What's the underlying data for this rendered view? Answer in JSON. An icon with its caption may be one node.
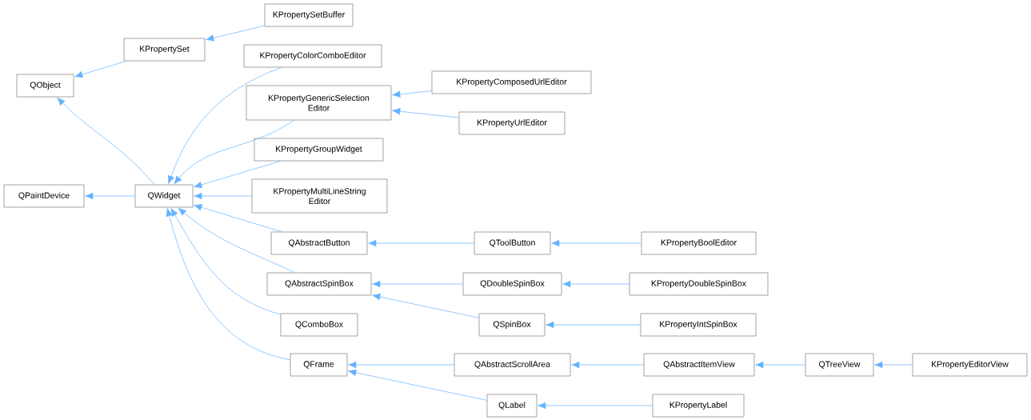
{
  "diagram": {
    "nodes": [
      {
        "text": [
          "QObject"
        ]
      },
      {
        "text": [
          "KPropertySet"
        ]
      },
      {
        "text": [
          "KPropertySetBuffer"
        ]
      },
      {
        "text": [
          "QPaintDevice"
        ]
      },
      {
        "text": [
          "QWidget"
        ]
      },
      {
        "text": [
          "KPropertyColorComboEditor"
        ]
      },
      {
        "text": [
          "KPropertyGenericSelection Editor"
        ]
      },
      {
        "text": [
          "KPropertyComposedUrlEditor"
        ]
      },
      {
        "text": [
          "KPropertyUrlEditor"
        ]
      },
      {
        "text": [
          "KPropertyGroupWidget"
        ]
      },
      {
        "text": [
          "KPropertyMultiLineString Editor"
        ]
      },
      {
        "text": [
          "QAbstractButton"
        ]
      },
      {
        "text": [
          "QToolButton"
        ]
      },
      {
        "text": [
          "KPropertyBoolEditor"
        ]
      },
      {
        "text": [
          "QAbstractSpinBox"
        ]
      },
      {
        "text": [
          "QDoubleSpinBox"
        ]
      },
      {
        "text": [
          "KPropertyDoubleSpinBox"
        ]
      },
      {
        "text": [
          "QComboBox"
        ]
      },
      {
        "text": [
          "QSpinBox"
        ]
      },
      {
        "text": [
          "KPropertyIntSpinBox"
        ]
      },
      {
        "text": [
          "QFrame"
        ]
      },
      {
        "text": [
          "QAbstractScrollArea"
        ]
      },
      {
        "text": [
          "QAbstractItemView"
        ]
      },
      {
        "text": [
          "QTreeView"
        ]
      },
      {
        "text": [
          "KPropertyEditorView"
        ]
      },
      {
        "text": [
          "QLabel"
        ]
      },
      {
        "text": [
          "KPropertyLabel"
        ]
      }
    ],
    "edges": [
      {
        "from": 1,
        "to": 0,
        "arrow": "to"
      },
      {
        "from": 2,
        "to": 1,
        "arrow": "to"
      },
      {
        "from": 4,
        "to": 0,
        "arrow": "to"
      },
      {
        "from": 4,
        "to": 3,
        "arrow": "to"
      },
      {
        "from": 5,
        "to": 4,
        "arrow": "to"
      },
      {
        "from": 6,
        "to": 4,
        "arrow": "to"
      },
      {
        "from": 7,
        "to": 6,
        "arrow": "to"
      },
      {
        "from": 8,
        "to": 6,
        "arrow": "to"
      },
      {
        "from": 9,
        "to": 4,
        "arrow": "to"
      },
      {
        "from": 10,
        "to": 4,
        "arrow": "to"
      },
      {
        "from": 11,
        "to": 4,
        "arrow": "to"
      },
      {
        "from": 12,
        "to": 11,
        "arrow": "to"
      },
      {
        "from": 13,
        "to": 12,
        "arrow": "to"
      },
      {
        "from": 14,
        "to": 4,
        "arrow": "to"
      },
      {
        "from": 15,
        "to": 14,
        "arrow": "to"
      },
      {
        "from": 16,
        "to": 15,
        "arrow": "to"
      },
      {
        "from": 17,
        "to": 4,
        "arrow": "to"
      },
      {
        "from": 18,
        "to": 14,
        "arrow": "to"
      },
      {
        "from": 19,
        "to": 18,
        "arrow": "to"
      },
      {
        "from": 20,
        "to": 4,
        "arrow": "to"
      },
      {
        "from": 21,
        "to": 20,
        "arrow": "to"
      },
      {
        "from": 22,
        "to": 21,
        "arrow": "to"
      },
      {
        "from": 23,
        "to": 22,
        "arrow": "to"
      },
      {
        "from": 24,
        "to": 23,
        "arrow": "to"
      },
      {
        "from": 25,
        "to": 20,
        "arrow": "to"
      },
      {
        "from": 26,
        "to": 25,
        "arrow": "to"
      }
    ]
  }
}
